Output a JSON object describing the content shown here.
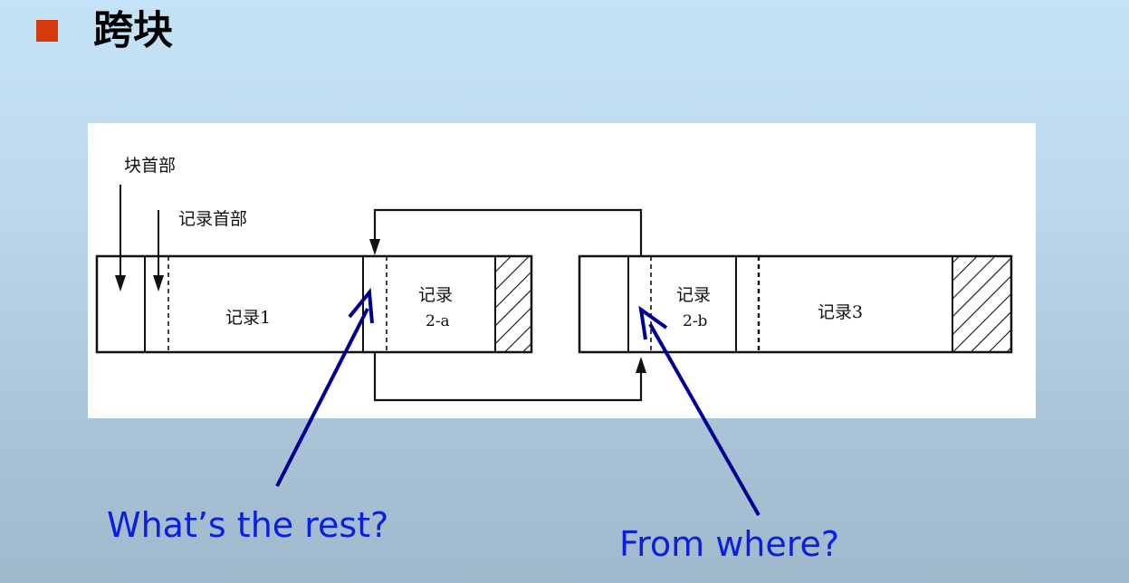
{
  "slide": {
    "title": "跨块"
  },
  "figure": {
    "labels": {
      "block_header": "块首部",
      "record_header": "记录首部",
      "record1": "记录1",
      "record2a_line1": "记录",
      "record2a_line2": "2-a",
      "record2b_line1": "记录",
      "record2b_line2": "2-b",
      "record3": "记录3"
    }
  },
  "callouts": {
    "left": "What’s the rest?",
    "right": "From where?"
  },
  "colors": {
    "bullet": "#d53a0a",
    "callout_text": "#0a1fe0",
    "callout_arrow": "#000090"
  }
}
